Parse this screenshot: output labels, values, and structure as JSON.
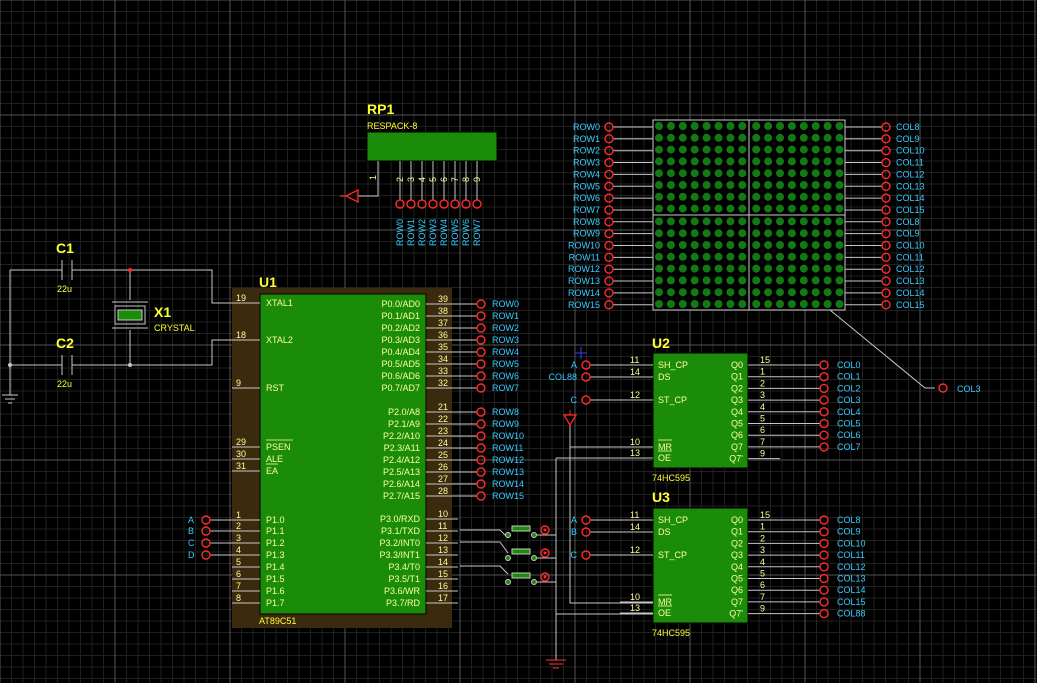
{
  "components": {
    "c1": {
      "ref": "C1",
      "value": "22u"
    },
    "c2": {
      "ref": "C2",
      "value": "22u"
    },
    "x1": {
      "ref": "X1",
      "value": "CRYSTAL"
    },
    "rp1": {
      "ref": "RP1",
      "value": "RESPACK-8",
      "pin1": "1",
      "pins": [
        "2",
        "3",
        "4",
        "5",
        "6",
        "7",
        "8",
        "9"
      ],
      "nets": [
        "ROW0",
        "ROW1",
        "ROW2",
        "ROW3",
        "ROW4",
        "ROW5",
        "ROW6",
        "ROW7"
      ]
    },
    "u1": {
      "ref": "U1",
      "part": "AT89C51",
      "left_pins": [
        {
          "num": "19",
          "name": "XTAL1"
        },
        {
          "num": "18",
          "name": "XTAL2"
        },
        {
          "num": "9",
          "name": "RST"
        },
        {
          "num": "29",
          "name": "PSEN"
        },
        {
          "num": "30",
          "name": "ALE"
        },
        {
          "num": "31",
          "name": "EA"
        },
        {
          "num": "1",
          "name": "P1.0",
          "net": "A"
        },
        {
          "num": "2",
          "name": "P1.1",
          "net": "B"
        },
        {
          "num": "3",
          "name": "P1.2",
          "net": "C"
        },
        {
          "num": "4",
          "name": "P1.3",
          "net": "D"
        },
        {
          "num": "5",
          "name": "P1.4"
        },
        {
          "num": "6",
          "name": "P1.5"
        },
        {
          "num": "7",
          "name": "P1.6"
        },
        {
          "num": "8",
          "name": "P1.7"
        }
      ],
      "right_pins": [
        {
          "num": "39",
          "name": "P0.0/AD0",
          "net": "ROW0"
        },
        {
          "num": "38",
          "name": "P0.1/AD1",
          "net": "ROW1"
        },
        {
          "num": "37",
          "name": "P0.2/AD2",
          "net": "ROW2"
        },
        {
          "num": "36",
          "name": "P0.3/AD3",
          "net": "ROW3"
        },
        {
          "num": "35",
          "name": "P0.4/AD4",
          "net": "ROW4"
        },
        {
          "num": "34",
          "name": "P0.5/AD5",
          "net": "ROW5"
        },
        {
          "num": "33",
          "name": "P0.6/AD6",
          "net": "ROW6"
        },
        {
          "num": "32",
          "name": "P0.7/AD7",
          "net": "ROW7"
        },
        {
          "num": "21",
          "name": "P2.0/A8",
          "net": "ROW8"
        },
        {
          "num": "22",
          "name": "P2.1/A9",
          "net": "ROW9"
        },
        {
          "num": "23",
          "name": "P2.2/A10",
          "net": "ROW10"
        },
        {
          "num": "24",
          "name": "P2.3/A11",
          "net": "ROW11"
        },
        {
          "num": "25",
          "name": "P2.4/A12",
          "net": "ROW12"
        },
        {
          "num": "26",
          "name": "P2.5/A13",
          "net": "ROW13"
        },
        {
          "num": "27",
          "name": "P2.6/A14",
          "net": "ROW14"
        },
        {
          "num": "28",
          "name": "P2.7/A15",
          "net": "ROW15"
        },
        {
          "num": "10",
          "name": "P3.0/RXD"
        },
        {
          "num": "11",
          "name": "P3.1/TXD"
        },
        {
          "num": "12",
          "name": "P3.2/INT0"
        },
        {
          "num": "13",
          "name": "P3.3/INT1"
        },
        {
          "num": "14",
          "name": "P3.4/T0"
        },
        {
          "num": "15",
          "name": "P3.5/T1"
        },
        {
          "num": "16",
          "name": "P3.6/WR"
        },
        {
          "num": "17",
          "name": "P3.7/RD"
        }
      ]
    },
    "u2": {
      "ref": "U2",
      "part": "74HC595",
      "left_pins": [
        {
          "num": "11",
          "name": "SH_CP",
          "net": "A"
        },
        {
          "num": "14",
          "name": "DS",
          "net": "COL88"
        },
        {
          "num": "12",
          "name": "ST_CP",
          "net": "C"
        },
        {
          "num": "10",
          "name": "MR"
        },
        {
          "num": "13",
          "name": "OE"
        }
      ],
      "right_pins": [
        {
          "num": "15",
          "name": "Q0",
          "net": "COL0"
        },
        {
          "num": "1",
          "name": "Q1",
          "net": "COL1"
        },
        {
          "num": "2",
          "name": "Q2",
          "net": "COL2"
        },
        {
          "num": "3",
          "name": "Q3",
          "net": "COL3"
        },
        {
          "num": "4",
          "name": "Q4",
          "net": "COL4"
        },
        {
          "num": "5",
          "name": "Q5",
          "net": "COL5"
        },
        {
          "num": "6",
          "name": "Q6",
          "net": "COL6"
        },
        {
          "num": "7",
          "name": "Q7",
          "net": "COL7"
        },
        {
          "num": "9",
          "name": "Q7'"
        }
      ]
    },
    "u3": {
      "ref": "U3",
      "part": "74HC595",
      "left_pins": [
        {
          "num": "11",
          "name": "SH_CP",
          "net": "A"
        },
        {
          "num": "14",
          "name": "DS",
          "net": "B"
        },
        {
          "num": "12",
          "name": "ST_CP",
          "net": "C"
        },
        {
          "num": "10",
          "name": "MR"
        },
        {
          "num": "13",
          "name": "OE"
        }
      ],
      "right_pins": [
        {
          "num": "15",
          "name": "Q0",
          "net": "COL8"
        },
        {
          "num": "1",
          "name": "Q1",
          "net": "COL9"
        },
        {
          "num": "2",
          "name": "Q2",
          "net": "COL10"
        },
        {
          "num": "3",
          "name": "Q3",
          "net": "COL11"
        },
        {
          "num": "4",
          "name": "Q4",
          "net": "COL12"
        },
        {
          "num": "5",
          "name": "Q5",
          "net": "COL13"
        },
        {
          "num": "6",
          "name": "Q6",
          "net": "COL14"
        },
        {
          "num": "7",
          "name": "Q7",
          "net": "COL15"
        },
        {
          "num": "9",
          "name": "Q7'",
          "net": "COL88"
        }
      ]
    },
    "matrix": {
      "row_nets": [
        "ROW0",
        "ROW1",
        "ROW2",
        "ROW3",
        "ROW4",
        "ROW5",
        "ROW6",
        "ROW7",
        "ROW8",
        "ROW9",
        "ROW10",
        "ROW11",
        "ROW12",
        "ROW13",
        "ROW14",
        "ROW15"
      ],
      "col_nets": [
        "COL8",
        "COL9",
        "COL10",
        "COL11",
        "COL12",
        "COL13",
        "COL14",
        "COL15",
        "COL8",
        "COL9",
        "COL10",
        "COL11",
        "COL12",
        "COL13",
        "COL14",
        "COL15"
      ],
      "extra_net": "COL3"
    }
  },
  "colors": {
    "background": "#000000",
    "grid": "#3a3a3a",
    "chip_fill": "#1a8c0a",
    "terminal": "#ff2a2a",
    "net_label": "#33ccff",
    "ref_label": "#ffff33",
    "wire": "#c8c8c8",
    "selection_halo": "#5a3a10"
  }
}
